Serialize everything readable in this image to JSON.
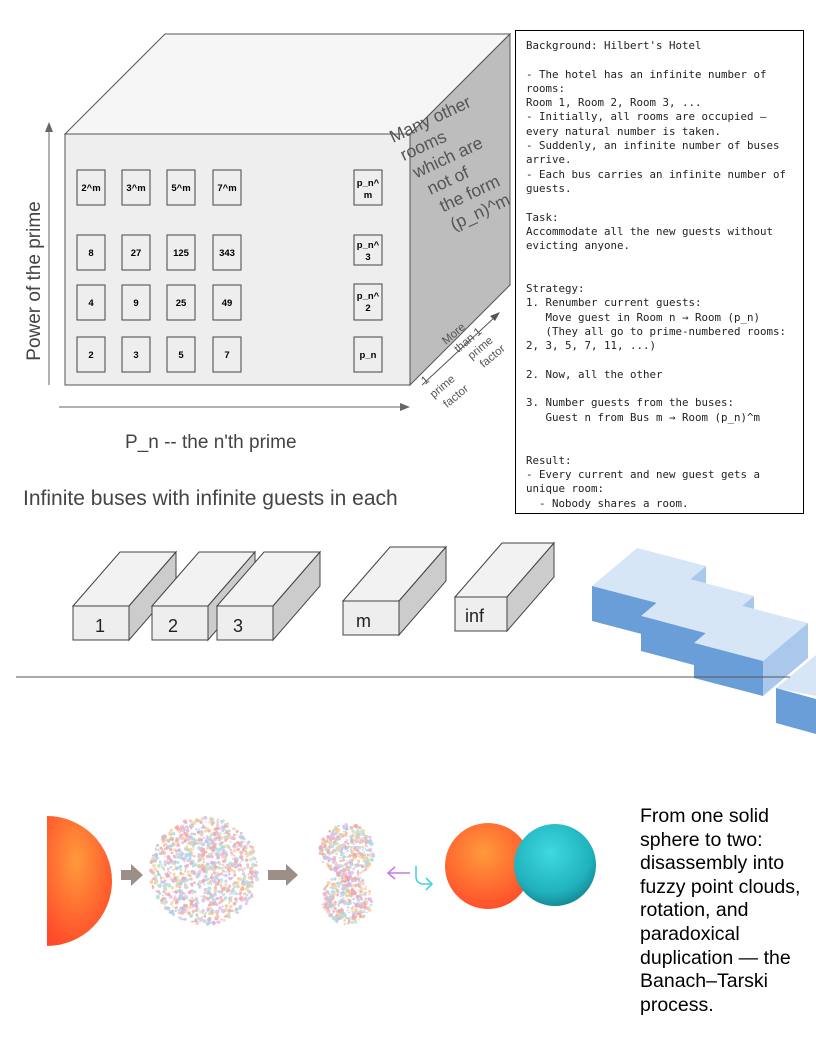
{
  "hotel": {
    "y_axis_label": "Power of the prime",
    "x_axis_label": "P_n -- the n'th prime",
    "side_text_lines": [
      "Many other",
      "rooms",
      "which are",
      "not of",
      "the form",
      "(p_n)^m"
    ],
    "depth_labels": {
      "more": [
        "More",
        "than 1",
        "prime",
        "factor"
      ],
      "one": [
        "1",
        "prime",
        "factor"
      ]
    },
    "rooms": {
      "row_m": [
        "2^m",
        "3^m",
        "5^m",
        "7^m"
      ],
      "row_3": [
        "8",
        "27",
        "125",
        "343"
      ],
      "row_2": [
        "4",
        "9",
        "25",
        "49"
      ],
      "row_1": [
        "2",
        "3",
        "5",
        "7"
      ],
      "pn_col": [
        [
          "p_n^",
          "m"
        ],
        [
          "p_n^",
          "3"
        ],
        [
          "p_n^",
          "2"
        ],
        [
          "p_n"
        ]
      ]
    }
  },
  "explanation": {
    "text": "Background: Hilbert's Hotel\n\n- The hotel has an infinite number of rooms:\nRoom 1, Room 2, Room 3, ...\n- Initially, all rooms are occupied — every natural number is taken.\n- Suddenly, an infinite number of buses arrive.\n- Each bus carries an infinite number of guests.\n\nTask:\nAccommodate all the new guests without evicting anyone.\n\n\nStrategy:\n1. Renumber current guests:\n   Move guest in Room n → Room (p_n)\n   (They all go to prime-numbered rooms: 2, 3, 5, 7, 11, ...)\n\n2. Now, all the other\n\n3. Number guests from the buses:\n   Guest n from Bus m → Room (p_n)^m\n\n\nResult:\n- Every current and new guest gets a unique room:\n  - Nobody shares a room.\n  - No one is left outside.\n  - There are rarely occupied rooms at the hotel. Vanishingly small density."
  },
  "buses": {
    "title": "Infinite buses with infinite guests in each",
    "labels": [
      "1",
      "2",
      "3",
      "m",
      "inf"
    ]
  },
  "banach": {
    "caption": "From one solid sphere to two: disassembly into fuzzy point clouds, rotation, and paradoxical duplication — the Banach–Tarski process."
  },
  "colors": {
    "box_front": "#eeeeee",
    "box_top": "#f6f6f6",
    "box_side": "#bdbdbd",
    "blue_front": "#6a9ed8",
    "blue_top": "#d6e6f7",
    "orange": "#ff6a30",
    "teal": "#22b7c2",
    "arrow_gray": "#9b8f88",
    "arrow_purple": "#c57ae6",
    "arrow_cyan": "#4fd1dc"
  }
}
